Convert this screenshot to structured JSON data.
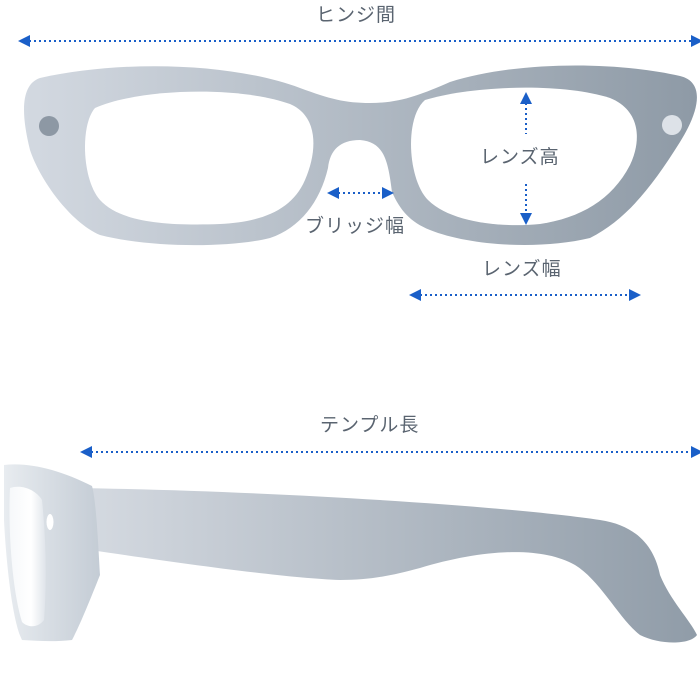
{
  "colors": {
    "frame_light": "#d3d9e1",
    "frame_dark": "#8e9aa6",
    "arrow": "#1a5fc8",
    "label": "#5a6470",
    "lens": "#ffffff"
  },
  "labels": {
    "hinge_distance": "ヒンジ間",
    "lens_height": "レンズ高",
    "bridge_width": "ブリッジ幅",
    "lens_width": "レンズ幅",
    "temple_length": "テンプル長"
  }
}
